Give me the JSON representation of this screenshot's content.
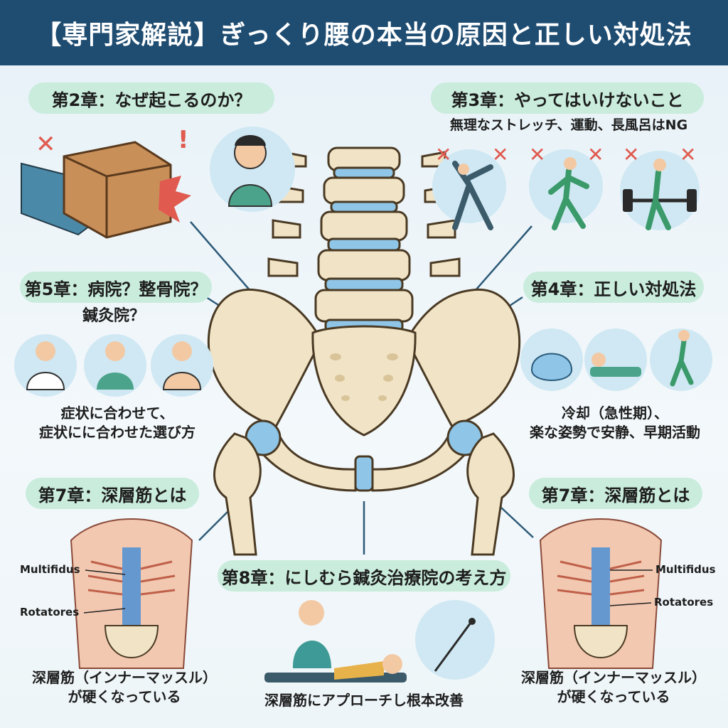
{
  "title": "【専門家解説】ぎっくり腰の本当の原因と正しい対処法",
  "ch2": {
    "heading": "第2章：なぜ起こるのか？"
  },
  "ch3": {
    "heading": "第3章：やってはいけないこと",
    "subtitle": "無理なストレッチ、運動、長風呂はNG"
  },
  "ch5": {
    "heading": "第5章：病院？整骨院？",
    "heading2": "鍼灸院？",
    "caption_line1": "症状に合わせて、",
    "caption_line2": "症状にに合わせた選び方"
  },
  "ch4": {
    "heading": "第4章：正しい対処法",
    "caption_line1": "冷却（急性期）、",
    "caption_line2": "楽な姿勢で安静、早期活動"
  },
  "ch7_left": {
    "heading": "第7章：深層筋とは",
    "label_multifidus": "Multifidus",
    "label_rotatores": "Rotatores",
    "caption_line1": "深層筋（インナーマッスル）",
    "caption_line2": "が硬くなっている"
  },
  "ch7_right": {
    "heading": "第7章：深層筋とは",
    "label_multifidus": "Multifidus",
    "label_rotatores": "Rotatores",
    "caption_line1": "深層筋（インナーマッスル）",
    "caption_line2": "が硬くなっている"
  },
  "ch8": {
    "heading": "第8章：にしむら鍼灸治療院の考え方",
    "caption": "深層筋にアプローチし根本改善"
  },
  "colors": {
    "header": "#1f4d72",
    "pill": "#c9ecdc",
    "bone": "#f1e4c6",
    "disc": "#8fc6e8",
    "muscle": "#e2846a",
    "deep_muscle": "#4d8fd6",
    "ng_red": "#e05a4f"
  }
}
